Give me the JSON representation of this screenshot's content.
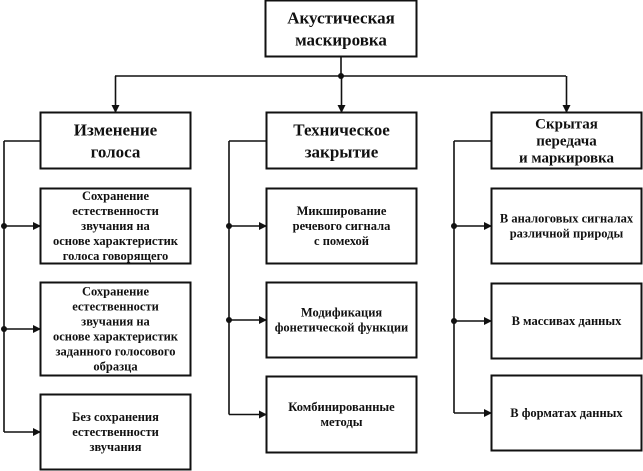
{
  "root": {
    "lines": [
      "Акустическая",
      "маскировка"
    ]
  },
  "columns": [
    {
      "title": [
        "Изменение",
        "голоса"
      ],
      "items": [
        [
          "Сохранение",
          "естественности",
          "звучания на",
          "основе характеристик",
          "голоса говорящего"
        ],
        [
          "Сохранение",
          "естественности",
          "звучания на",
          "основе характеристик",
          "заданного голосового",
          "образца"
        ],
        [
          "Без сохранения",
          "естественности",
          "звучания"
        ]
      ]
    },
    {
      "title": [
        "Техническое",
        "закрытие"
      ],
      "items": [
        [
          "Микширование",
          "речевого сигнала",
          "с помехой"
        ],
        [
          "Модификация",
          "фонетической функции"
        ],
        [
          "Комбинированные",
          "методы"
        ]
      ]
    },
    {
      "title": [
        "Скрытая",
        "передача",
        "и маркировка"
      ],
      "items": [
        [
          "В аналоговых сигналах",
          "различной природы"
        ],
        [
          "В массивах данных"
        ],
        [
          "В форматах данных"
        ]
      ]
    }
  ]
}
